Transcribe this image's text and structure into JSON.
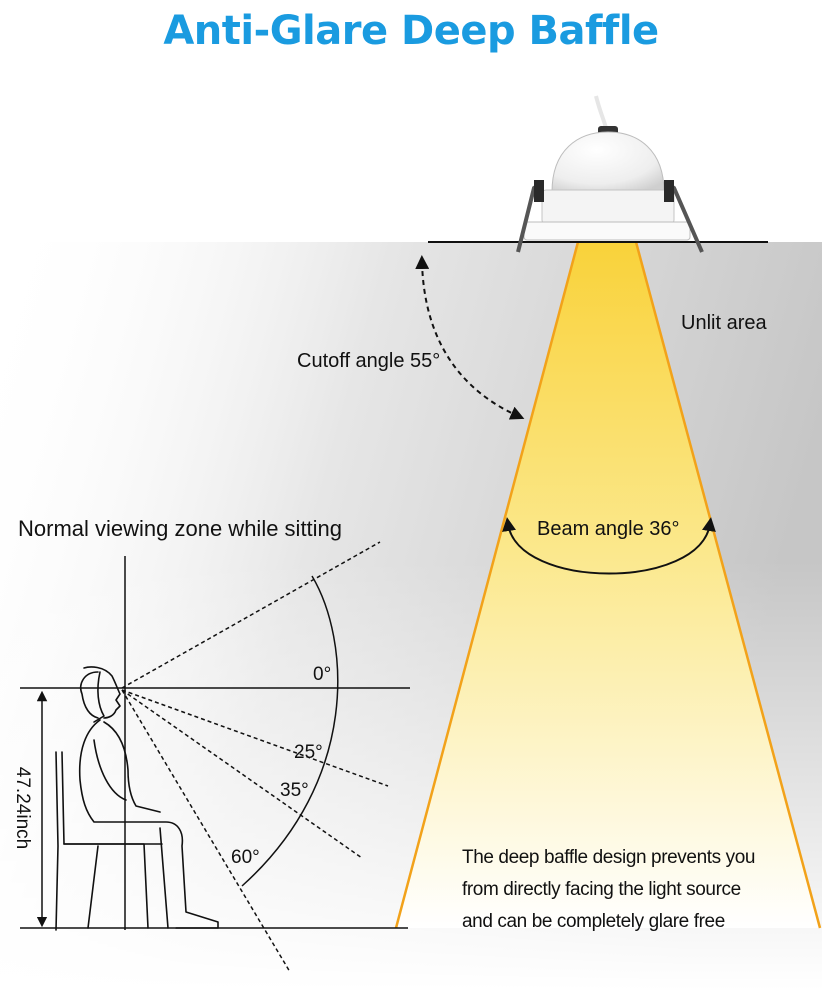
{
  "title": "Anti-Glare Deep Baffle",
  "colors": {
    "title": "#1a9be0",
    "beam_core": "#f9d53c",
    "beam_edge": "#f2a21a",
    "ceiling_shadow": "#c8c8c8",
    "line": "#111111"
  },
  "labels": {
    "unlit_area": "Unlit area",
    "cutoff_angle": "Cutoff angle 55°",
    "beam_angle": "Beam angle 36°",
    "viewing_zone": "Normal viewing zone while sitting",
    "height": "47.24inch"
  },
  "angles": {
    "a0": "0°",
    "a25": "25°",
    "a35": "35°",
    "a60": "60°"
  },
  "note": {
    "line1": "The deep baffle design prevents you",
    "line2": "from directly facing the light source",
    "line3": "and can be completely glare free"
  },
  "icons": {
    "fixture": "downlight-fixture-icon",
    "person": "seated-person-icon"
  }
}
